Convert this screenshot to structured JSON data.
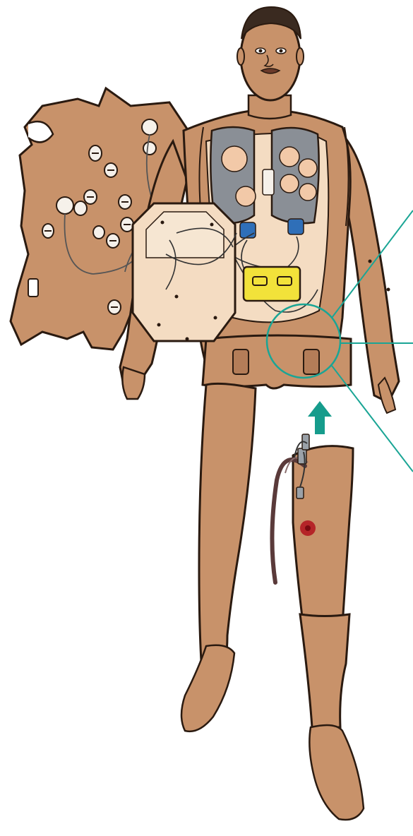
{
  "figure": {
    "subject": "manikin-leg-attachment",
    "colors": {
      "skin": "#c8926a",
      "skin_dark": "#a8734f",
      "outline": "#2a1a10",
      "chest_plate": "#8a8f96",
      "speaker_pad": "#f2c9a8",
      "control_box": "#f2e23a",
      "connector_blue": "#2f6fb8",
      "callout_line": "#1aa595",
      "arrow": "#169c8c",
      "wound": "#b1121c",
      "hair": "#3a2a20",
      "inner_panel": "#f4dcc2"
    },
    "icons": [
      "up-arrow-icon",
      "callout-circle",
      "wound-mark"
    ]
  }
}
